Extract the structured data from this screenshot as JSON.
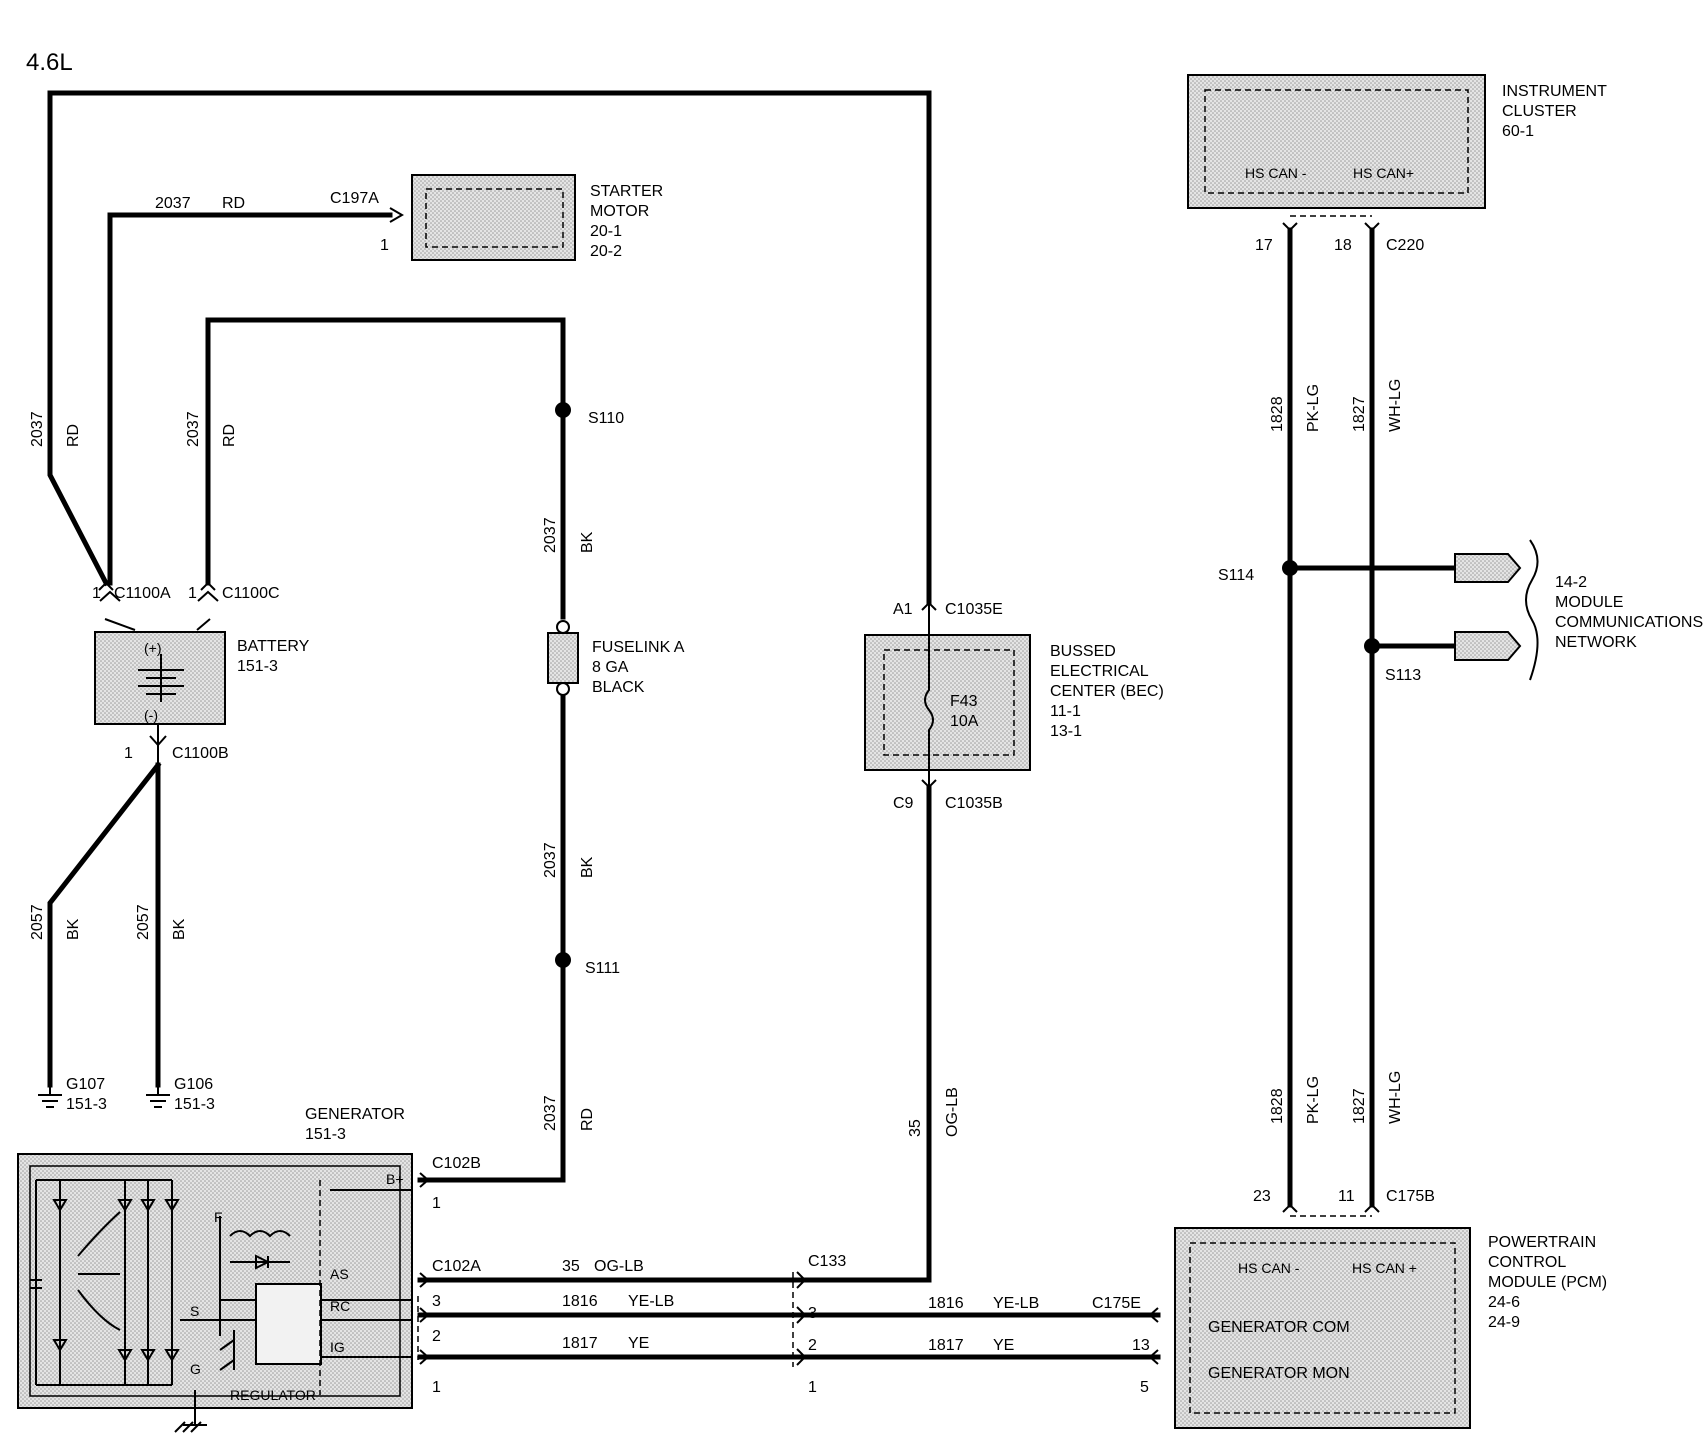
{
  "title": "4.6L",
  "components": {
    "starter": {
      "name_lines": [
        "STARTER",
        "MOTOR",
        "20-1",
        "20-2"
      ]
    },
    "battery": {
      "name_lines": [
        "BATTERY",
        "151-3"
      ],
      "plus": "(+)",
      "minus": "(-)"
    },
    "fuselink": {
      "name_lines": [
        "FUSELINK A",
        "8 GA",
        "BLACK"
      ]
    },
    "bec": {
      "name_lines": [
        "BUSSED",
        "ELECTRICAL",
        "CENTER (BEC)",
        "11-1",
        "13-1"
      ],
      "fuse_lines": [
        "F43",
        "10A"
      ]
    },
    "cluster": {
      "name_lines": [
        "INSTRUMENT",
        "CLUSTER",
        "60-1"
      ],
      "pin_can_minus": "HS CAN -",
      "pin_can_plus": "HS CAN+"
    },
    "network": {
      "name_lines": [
        "14-2",
        "MODULE",
        "COMMUNICATIONS",
        "NETWORK"
      ]
    },
    "pcm": {
      "name_lines": [
        "POWERTRAIN",
        "CONTROL",
        "MODULE (PCM)",
        "24-6",
        "24-9"
      ],
      "pin_can_minus": "HS CAN -",
      "pin_can_plus": "HS CAN +",
      "pin_gen_com": "GENERATOR COM",
      "pin_gen_mon": "GENERATOR MON"
    },
    "generator": {
      "name_lines": [
        "GENERATOR",
        "151-3"
      ],
      "regulator": "REGULATOR",
      "terminals": [
        "B+",
        "F",
        "AS",
        "RC",
        "S",
        "IG",
        "G"
      ]
    }
  },
  "grounds": {
    "g107": {
      "lines": [
        "G107",
        "151-3"
      ]
    },
    "g106": {
      "lines": [
        "G106",
        "151-3"
      ]
    }
  },
  "connectors": {
    "c197a": "C197A",
    "c1100a": "C1100A",
    "c1100c": "C1100C",
    "c1100b": "C1100B",
    "c1035e": "C1035E",
    "c1035b": "C1035B",
    "c220": "C220",
    "c175b": "C175B",
    "c102b": "C102B",
    "c102a": "C102A",
    "c133": "C133",
    "c175e": "C175E"
  },
  "splices": {
    "s110": "S110",
    "s111": "S111",
    "s114": "S114",
    "s113": "S113"
  },
  "pins": {
    "p1": "1",
    "p2": "2",
    "p3": "3",
    "p5": "5",
    "p11": "11",
    "p13": "13",
    "p17": "17",
    "p18": "18",
    "p23": "23",
    "pA1": "A1",
    "pC9": "C9"
  },
  "wires": {
    "w2037": "2037",
    "w2057": "2057",
    "w35": "35",
    "w1816": "1816",
    "w1817": "1817",
    "w1828": "1828",
    "w1827": "1827",
    "RD": "RD",
    "BK": "BK",
    "OG_LB": "OG-LB",
    "YE_LB": "YE-LB",
    "YE": "YE",
    "PK_LG": "PK-LG",
    "WH_LG": "WH-LG"
  }
}
